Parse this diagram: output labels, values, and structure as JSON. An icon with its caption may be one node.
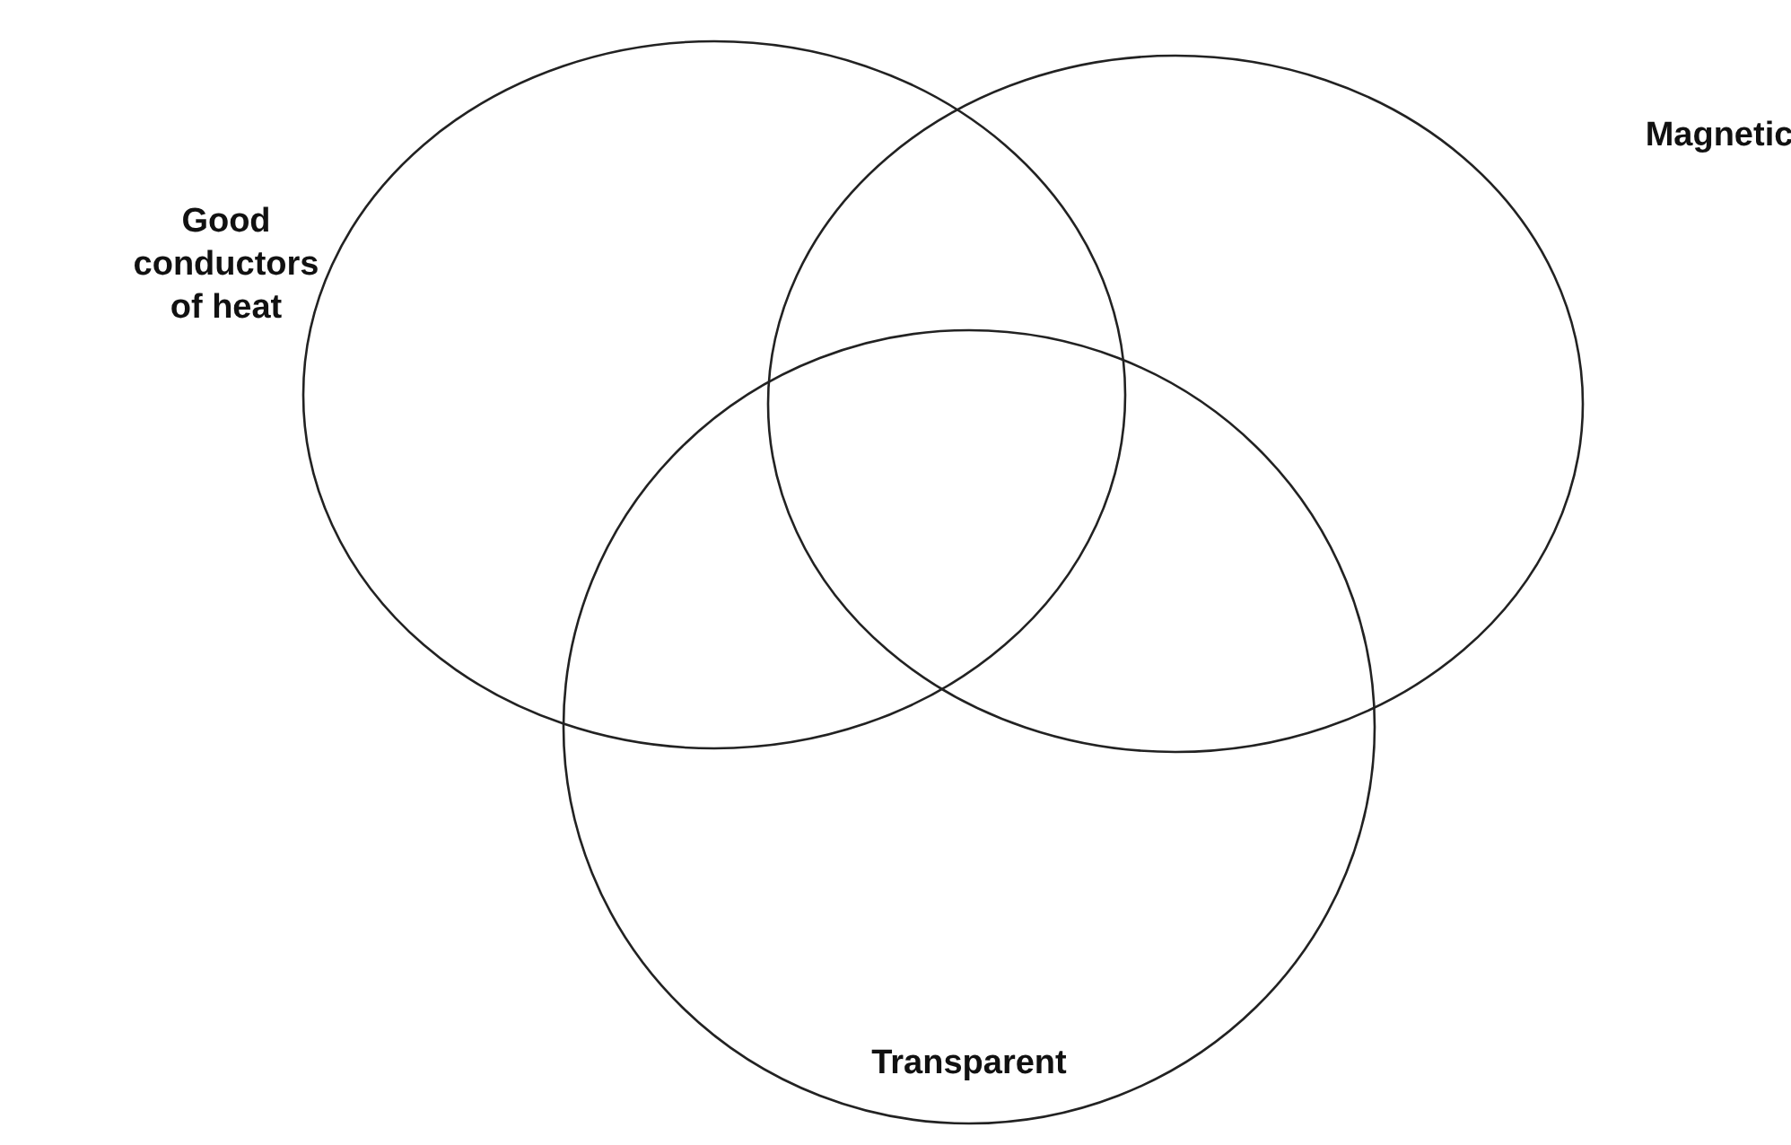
{
  "diagram": {
    "nodes": [
      {
        "text": [
          "Good conductors of heat"
        ]
      },
      {
        "text": [
          "Magnetic"
        ]
      },
      {
        "text": [
          "Transparent"
        ]
      }
    ]
  }
}
